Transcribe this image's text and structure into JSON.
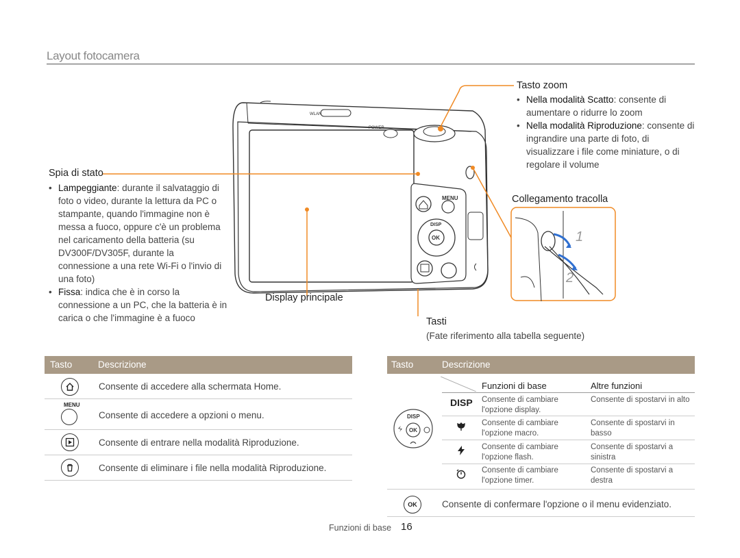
{
  "section_title": "Layout fotocamera",
  "camera": {
    "menu_label": "MENU",
    "disp_label": "DISP",
    "ok_label": "OK",
    "power_label": "POWER"
  },
  "callouts": {
    "zoom": {
      "title": "Tasto zoom",
      "b1_bold": "Nella modalità Scatto",
      "b1_rest": ": consente di aumentare o ridurre lo zoom",
      "b2_bold": "Nella modalità Riproduzione",
      "b2_rest": ": consente di ingrandire una parte di foto, di visualizzare i file come miniature, o di regolare il volume"
    },
    "strap": {
      "title": "Collegamento tracolla",
      "step1": "1",
      "step2": "2"
    },
    "status_lamp": {
      "title": "Spia di stato",
      "b1_bold": "Lampeggiante",
      "b1_rest": ": durante il salvataggio di foto o video, durante la lettura da PC o stampante, quando l'immagine non è messa a fuoco, oppure c'è un problema nel caricamento della batteria (su DV300F/DV305F, durante la connessione a una rete Wi-Fi o l'invio di una foto)",
      "b2_bold": "Fissa",
      "b2_rest": ": indica che è in corso la connessione a un PC, che la batteria è in carica o che l'immagine è a fuoco"
    },
    "display": {
      "title": "Display principale"
    },
    "buttons": {
      "title": "Tasti",
      "note": "(Fate riferimento alla tabella seguente)"
    }
  },
  "left_table": {
    "col_key": "Tasto",
    "col_desc": "Descrizione",
    "rows": [
      {
        "icon": "home-icon",
        "desc": "Consente di accedere alla schermata Home."
      },
      {
        "icon": "menu-icon",
        "icon_label": "MENU",
        "desc": "Consente di accedere a opzioni o menu."
      },
      {
        "icon": "playback-icon",
        "desc": "Consente di entrare nella modalità Riproduzione."
      },
      {
        "icon": "trash-icon",
        "desc": "Consente di eliminare i file nella modalità Riproduzione."
      }
    ]
  },
  "right_table": {
    "col_key": "Tasto",
    "col_desc": "Descrizione",
    "sub_col1": "Funzioni di base",
    "sub_col2": "Altre funzioni",
    "nav_labels": {
      "top": "DISP",
      "center": "OK"
    },
    "rows": [
      {
        "icon": "disp-icon",
        "icon_label": "DISP",
        "basic": "Consente di cambiare l'opzione display.",
        "other": "Consente di spostarvi in alto"
      },
      {
        "icon": "macro-icon",
        "basic": "Consente di cambiare l'opzione macro.",
        "other": "Consente di spostarvi in basso"
      },
      {
        "icon": "flash-icon",
        "basic": "Consente di cambiare l'opzione flash.",
        "other": "Consente di spostarvi a sinistra"
      },
      {
        "icon": "timer-icon",
        "basic": "Consente di cambiare l'opzione timer.",
        "other": "Consente di spostarvi a destra"
      }
    ],
    "ok_row": {
      "icon": "ok-icon",
      "icon_label": "OK",
      "desc": "Consente di confermare l'opzione o il menu evidenziato."
    }
  },
  "footer": {
    "section": "Funzioni di base",
    "page": "16"
  },
  "colors": {
    "accent_orange": "#f08a24",
    "header_bg": "#a99a86"
  }
}
